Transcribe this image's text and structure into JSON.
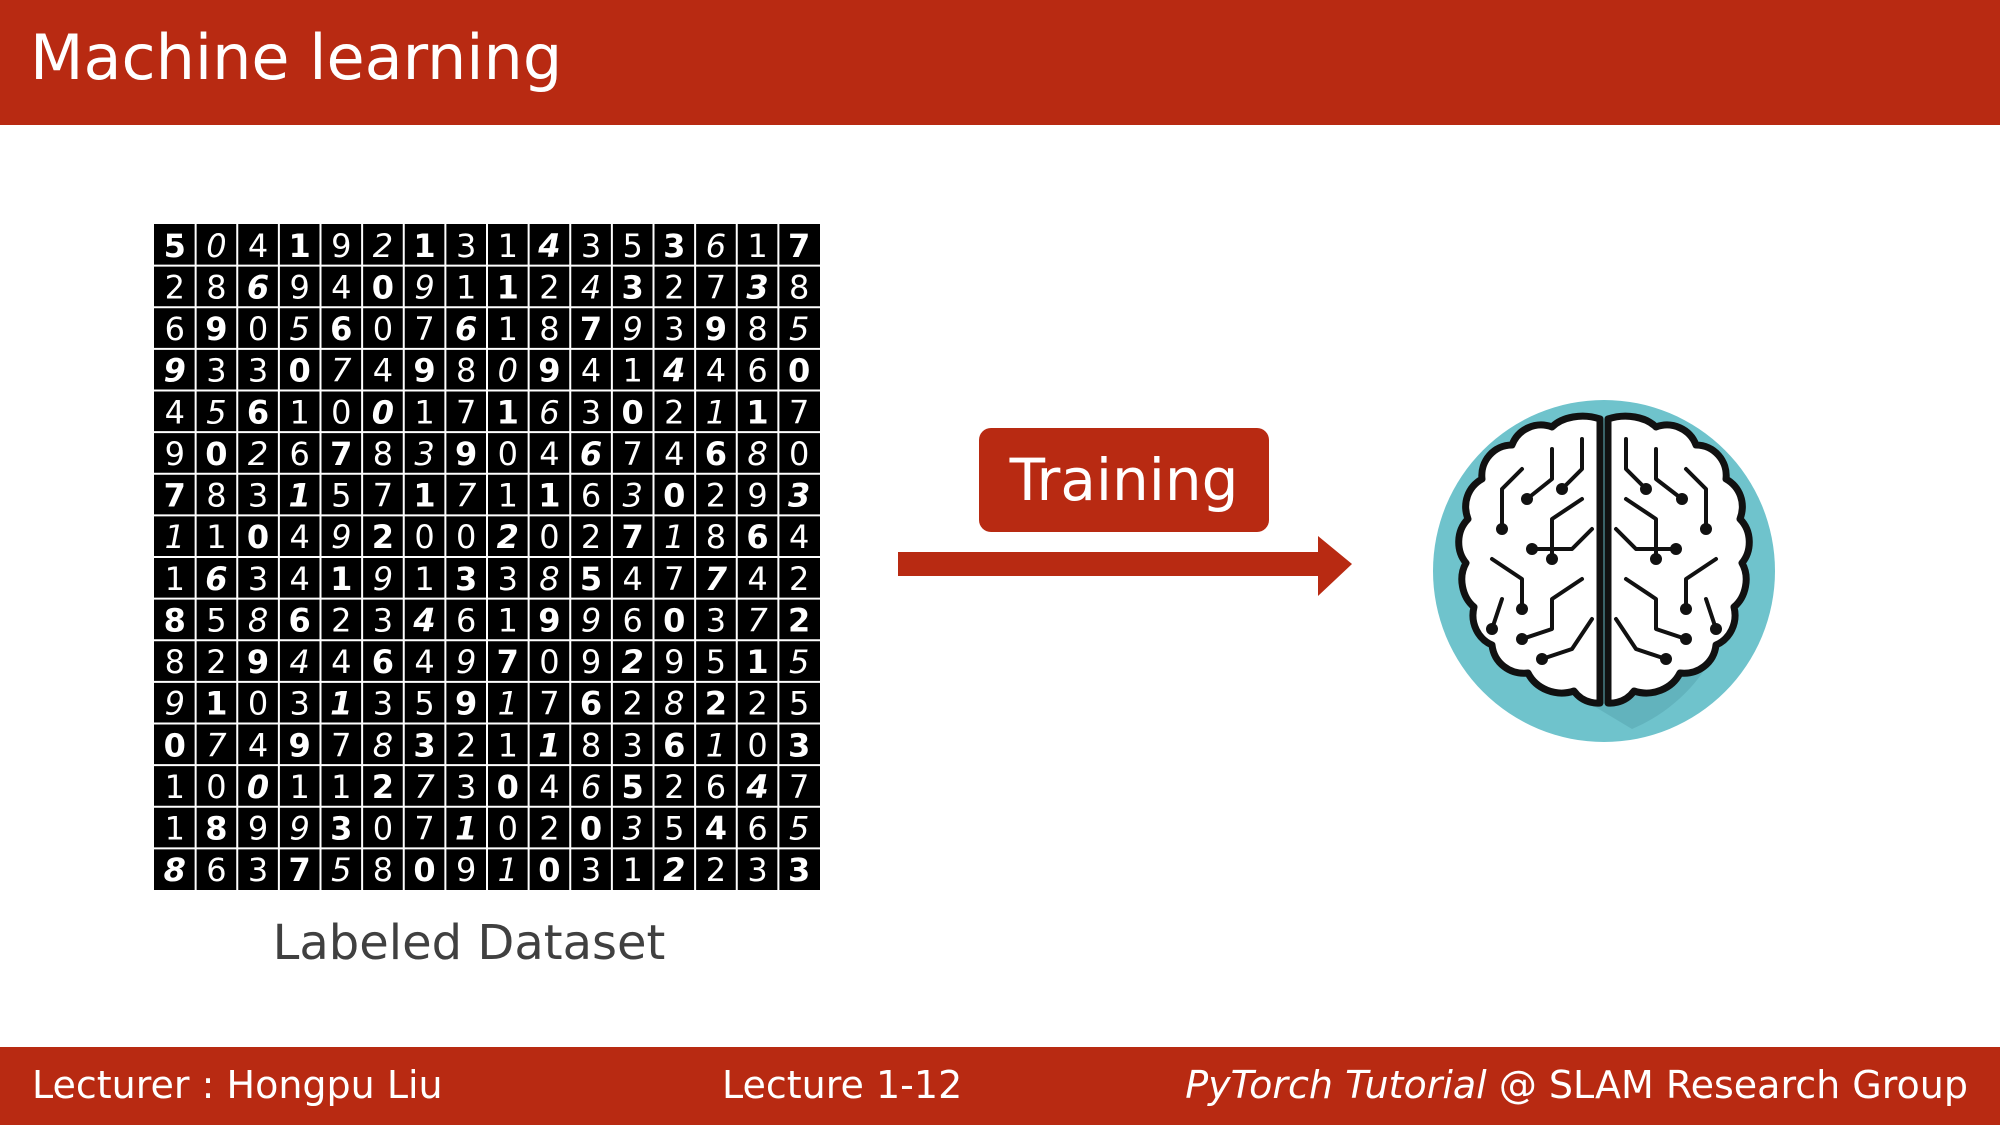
{
  "slide": {
    "title": "Machine learning",
    "dataset_label": "Labeled Dataset",
    "training_label": "Training",
    "brain_icon": "circuit-brain-icon",
    "arrow_icon": "right-arrow-icon",
    "accent_color": "#b82a12",
    "brain_circle_color": "#6fc3cc"
  },
  "dataset": {
    "icon": "handwritten-digit-grid",
    "digits": [
      "5041921314353617",
      "2869409112432738",
      "6905607618793985",
      "9330749809414460",
      "4561001716302117",
      "9026783904674680",
      "7831571711630293",
      "1104920020271864",
      "1634191338547742",
      "8586234619960372",
      "8294464970929515",
      "9103135917628225",
      "0749783211836103",
      "1001127304652647",
      "1899307102035465",
      "8637580910312233"
    ]
  },
  "footer": {
    "lecturer": "Lecturer : Hongpu Liu",
    "lecture": "Lecture 1-12",
    "course_italic": "PyTorch Tutorial",
    "group": " @ SLAM Research Group"
  }
}
